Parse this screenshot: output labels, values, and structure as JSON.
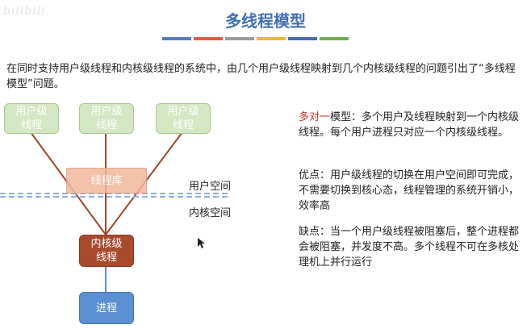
{
  "watermark": "bilibili",
  "title": "多线程模型",
  "accent_bars": [
    "#4f7fc4",
    "#d9603a",
    "#9a9a9a",
    "#f2b43a",
    "#3f6fb5",
    "#6ab04c"
  ],
  "intro": "在同时支持用户级线程和内核级线程的系统中，由几个用户级线程映射到几个内核级线程的问题引出了“多线程模型”问题。",
  "diagram": {
    "user_threads": [
      {
        "line1": "用户级",
        "line2": "线程"
      },
      {
        "line1": "用户级",
        "line2": "线程"
      },
      {
        "line1": "用户级",
        "line2": "线程"
      }
    ],
    "thread_library": "线程库",
    "user_space": "用户空间",
    "kernel_space": "内核空间",
    "kernel_thread": {
      "line1": "内核级",
      "line2": "线程"
    },
    "process": "进程"
  },
  "model": {
    "name": "多对一",
    "desc": "模型：多个用户及线程映射到一个内核级线程。每个用户进程只对应一个内核级线程。"
  },
  "advantage": "优点：用户级线程的切换在用户空间即可完成，不需要切换到核心态，线程管理的系统开销小，效率高",
  "disadvantage": "缺点：当一个用户级线程被阻塞后，整个进程都会被阻塞，并发度不高。多个线程不可在多核处理机上并行运行",
  "colors": {
    "title": "#3f6fb5",
    "user_thread_fill": "#d4e7c3",
    "thread_lib_fill": "#f2b89c",
    "kernel_thread_fill": "#a84a2e",
    "process_fill": "#5b8fd1",
    "mapping_line": "#a0452a",
    "highlight": "#d9302c"
  }
}
